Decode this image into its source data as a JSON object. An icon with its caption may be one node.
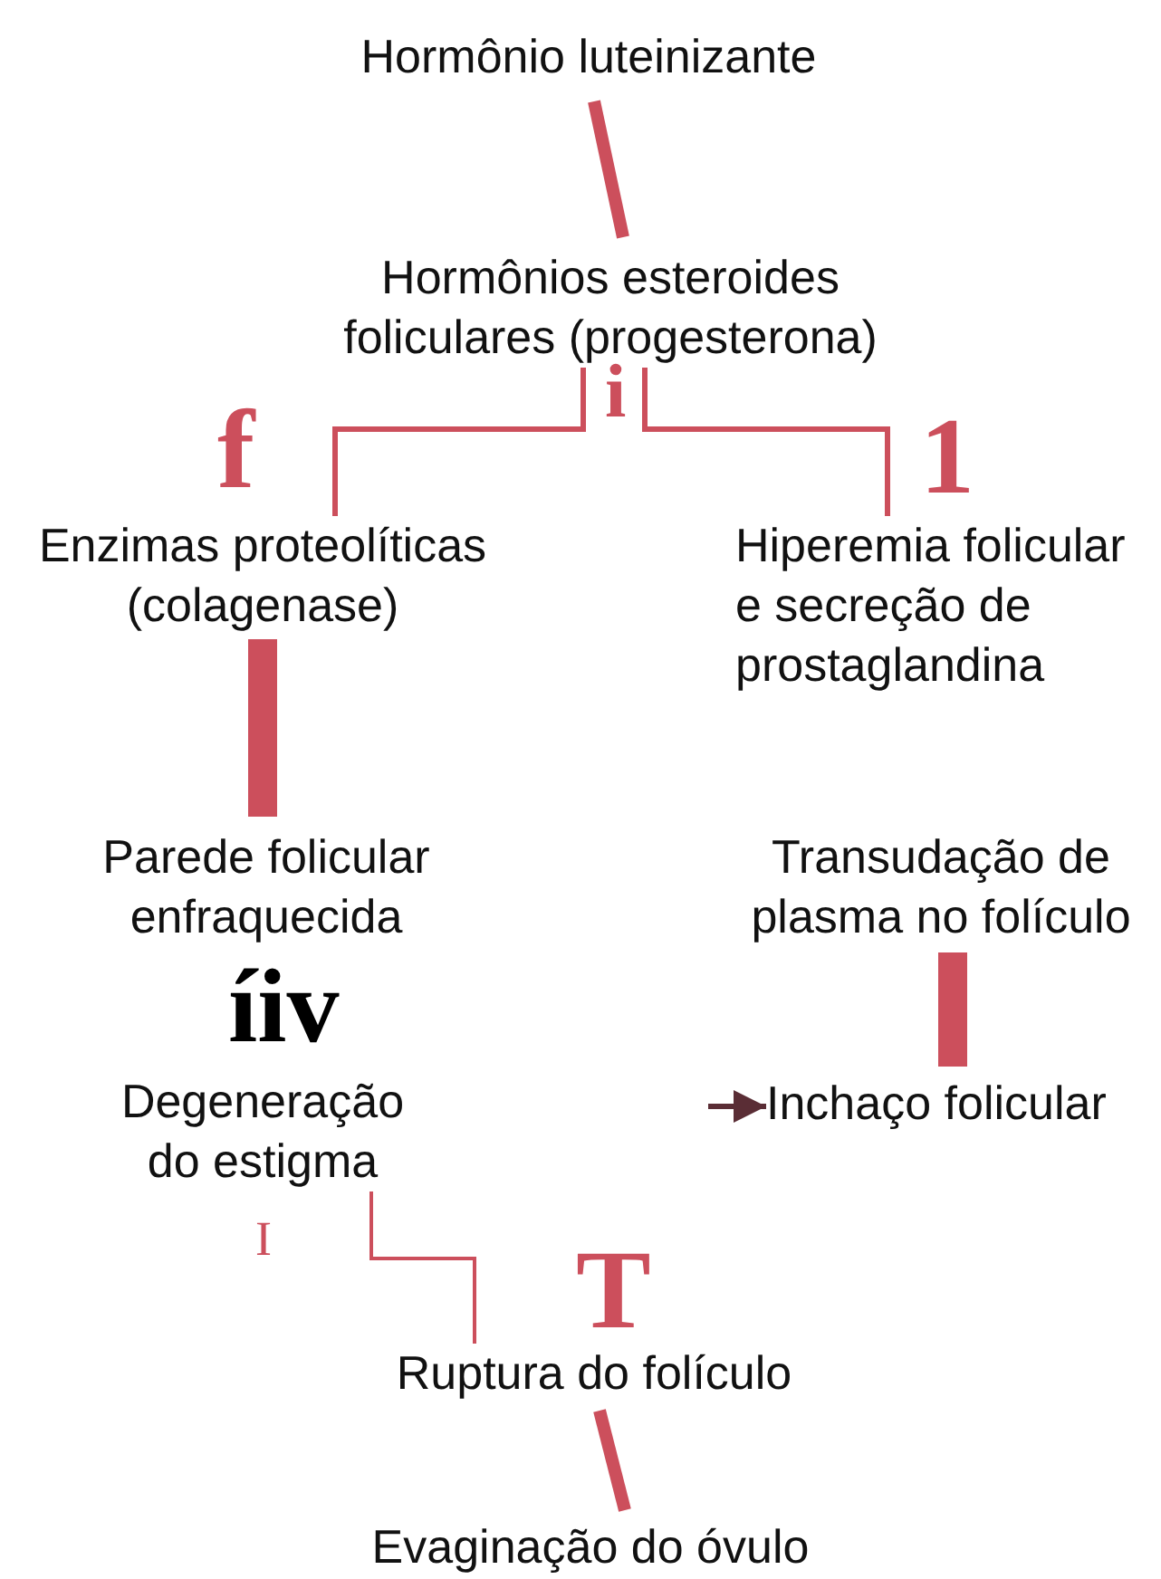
{
  "diagram": {
    "nodes": [
      {
        "text": [
          "Hormônio luteinizante"
        ]
      },
      {
        "text": [
          "Hormônios esteroides foliculares (progesterona)"
        ]
      },
      {
        "text": [
          "Enzimas proteolíticas (colagenase)"
        ]
      },
      {
        "text": [
          "Hiperemia folicular e secreção de prostaglandina"
        ]
      },
      {
        "text": [
          "Parede folicular enfraquecida"
        ]
      },
      {
        "text": [
          "Transudação de plasma no folículo"
        ]
      },
      {
        "text": [
          "Degeneração do estigma"
        ]
      },
      {
        "text": [
          "Inchaço folicular"
        ]
      },
      {
        "text": [
          "Ruptura do folículo"
        ]
      },
      {
        "text": [
          "Evaginação do óvulo"
        ]
      }
    ],
    "edges": [
      {
        "from": 0,
        "to": 1,
        "arrow": "none",
        "style": "thick"
      },
      {
        "from": 1,
        "to": 2,
        "arrow": "none"
      },
      {
        "from": 1,
        "to": 3,
        "arrow": "none"
      },
      {
        "from": 2,
        "to": 4,
        "arrow": "none",
        "style": "thick"
      },
      {
        "from": 5,
        "to": 7,
        "arrow": "none",
        "style": "thick"
      },
      {
        "from": null,
        "to": 7,
        "arrow": "to",
        "color": "#5a2d35"
      },
      {
        "from": 6,
        "to": 8,
        "arrow": "none"
      },
      {
        "from": 8,
        "to": 9,
        "arrow": "none",
        "style": "thick"
      }
    ],
    "labels": [
      "f",
      "i",
      "1",
      "íiv",
      "I",
      "T"
    ]
  }
}
